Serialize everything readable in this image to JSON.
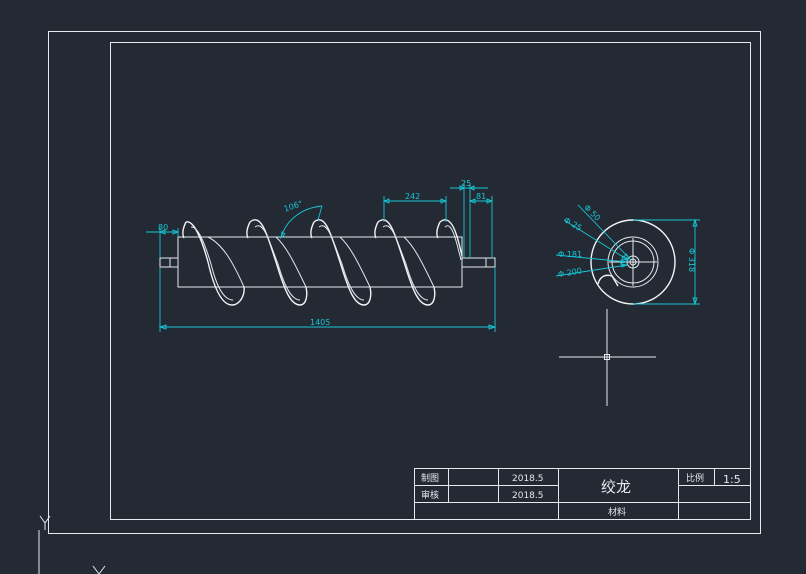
{
  "colors": {
    "background": "#232a34",
    "line": "#e6e9ee",
    "dimension": "#17c6d4"
  },
  "drawing": {
    "dims": {
      "left_end": "80",
      "angle": "106°",
      "pitch": "242",
      "top_right_1": "25",
      "top_right_2": "81",
      "total_length": "1405",
      "d25": "Φ 25",
      "d50": "Φ 50",
      "d181": "Φ 181",
      "d200": "Φ 200",
      "d_outer": "Φ 318"
    }
  },
  "title_block": {
    "row1_label": "制图",
    "row1_date": "2018.5",
    "row2_label": "审核",
    "row2_date": "2018.5",
    "part_name": "绞龙",
    "scale_label": "比例",
    "scale_value": "1:5",
    "material_label": "材料"
  }
}
